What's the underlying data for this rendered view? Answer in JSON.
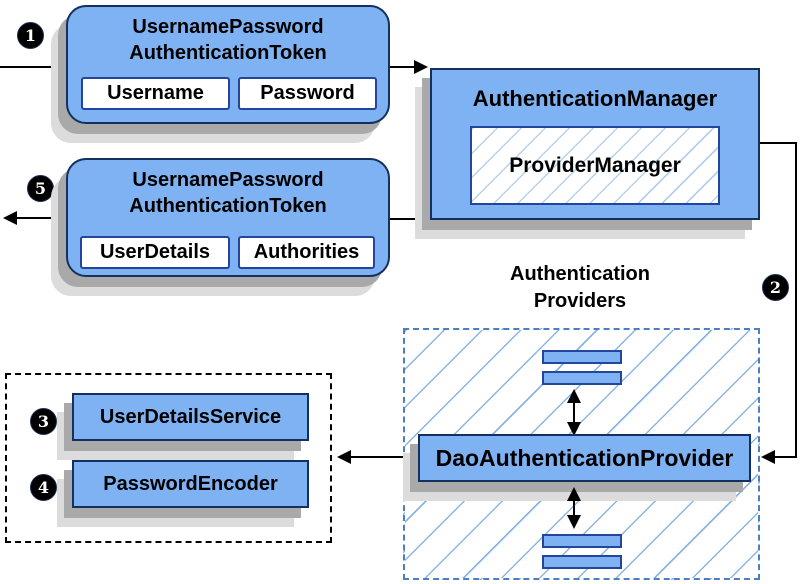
{
  "diagram": {
    "steps": {
      "one": "1",
      "two": "2",
      "three": "3",
      "four": "4",
      "five": "5"
    },
    "request_token": {
      "title_line1": "UsernamePassword",
      "title_line2": "AuthenticationToken",
      "field_username": "Username",
      "field_password": "Password"
    },
    "authentication_manager": {
      "title": "AuthenticationManager",
      "provider_manager": "ProviderManager"
    },
    "providers": {
      "heading_line1": "Authentication",
      "heading_line2": "Providers",
      "dao_provider": "DaoAuthenticationProvider"
    },
    "result_token": {
      "title_line1": "UsernamePassword",
      "title_line2": "AuthenticationToken",
      "field_user_details": "UserDetails",
      "field_authorities": "Authorities"
    },
    "services": {
      "user_details_service": "UserDetailsService",
      "password_encoder": "PasswordEncoder"
    },
    "colors": {
      "box_fill": "#7eb2f2",
      "box_border": "#13305e",
      "inner_border": "#24459c",
      "hatch_line": "#b5d0f0",
      "hatch_strong": "#8ab6e4",
      "dashed_border": "#4d7fc0",
      "dotted_border": "#000000",
      "shadow_dark": "#a9a9a9",
      "shadow_light": "#dcdcdc",
      "badge_bg": "#000000",
      "badge_fg": "#ffffff",
      "line_color": "#000000"
    }
  }
}
